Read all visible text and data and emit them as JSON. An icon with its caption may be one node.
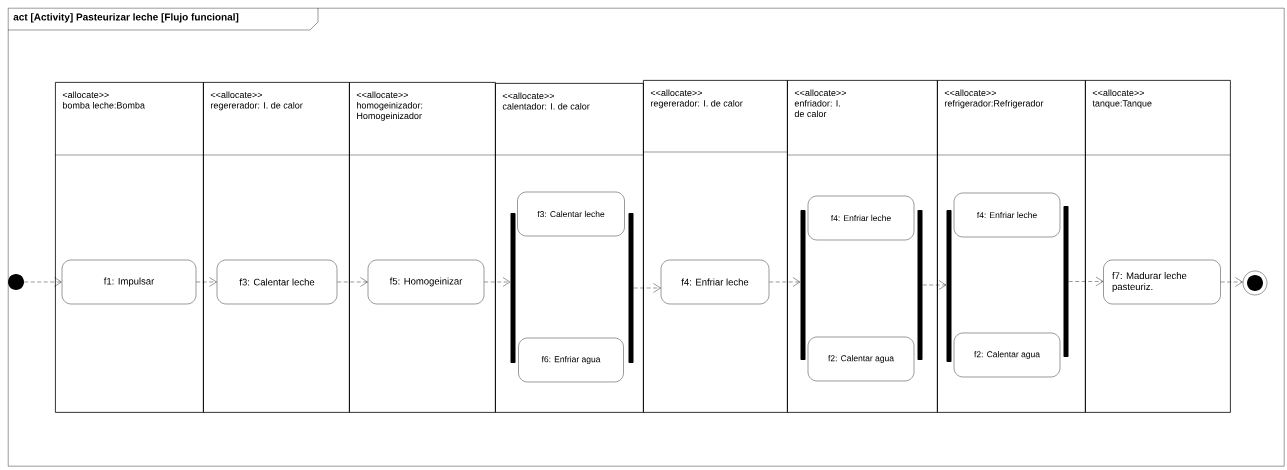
{
  "diagram": {
    "nodes": [
      {
        "text": [
          "act [Activity] Pasteurizar leche [Flujo funcional]"
        ]
      },
      {
        "text": [
          "<allocate>>",
          "bomba leche:Bomba"
        ],
        "in": 0
      },
      {
        "text": [
          "<<allocate>>",
          "regererador: I. de calor"
        ],
        "in": 0
      },
      {
        "text": [
          "<<allocate>>",
          "homogeinizador: Homogeinizador"
        ],
        "in": 0
      },
      {
        "text": [
          "<<allocate>>",
          "calentador: I. de calor"
        ],
        "in": 0
      },
      {
        "text": [
          "<<allocate>>",
          "regererador: I. de calor"
        ],
        "in": 0
      },
      {
        "text": [
          "<<allocate>>",
          "enfriador: I. de calor"
        ],
        "in": 0
      },
      {
        "text": [
          "<<allocate>>",
          "refrigerador:Refrigerador"
        ],
        "in": 0
      },
      {
        "text": [
          "<<allocate>>",
          "tanque:Tanque"
        ],
        "in": 0
      },
      {
        "text": [],
        "shape": "circle",
        "in": 0
      },
      {
        "text": [
          "f1: Impulsar"
        ],
        "in": 1
      },
      {
        "text": [
          "f3: Calentar leche"
        ],
        "in": 2
      },
      {
        "text": [
          "f5: Homogeinizar"
        ],
        "in": 3
      },
      {
        "text": [],
        "shape": "bar",
        "in": 4
      },
      {
        "text": [
          "f3: Calentar leche"
        ],
        "in": 4
      },
      {
        "text": [
          "f6: Enfriar agua"
        ],
        "in": 4
      },
      {
        "text": [],
        "shape": "bar",
        "in": 4
      },
      {
        "text": [
          "f4: Enfriar leche"
        ],
        "in": 5
      },
      {
        "text": [],
        "shape": "bar",
        "in": 6
      },
      {
        "text": [
          "f4: Enfriar leche"
        ],
        "in": 6
      },
      {
        "text": [
          "f2: Calentar agua"
        ],
        "in": 6
      },
      {
        "text": [],
        "shape": "bar",
        "in": 6
      },
      {
        "text": [],
        "shape": "bar",
        "in": 7
      },
      {
        "text": [
          "f4: Enfriar leche"
        ],
        "in": 7
      },
      {
        "text": [
          "f2: Calentar agua"
        ],
        "in": 7
      },
      {
        "text": [],
        "shape": "bar",
        "in": 7
      },
      {
        "text": [
          "f7: Madurar leche pasteuriz."
        ],
        "in": 8
      },
      {
        "text": [],
        "shape": "bullseye",
        "in": 0
      }
    ],
    "edges": [
      {
        "from": 9,
        "to": 10,
        "arrow": "to",
        "style": "dashed"
      },
      {
        "from": 10,
        "to": 11,
        "arrow": "to",
        "style": "dashed"
      },
      {
        "from": 11,
        "to": 12,
        "arrow": "to",
        "style": "dashed"
      },
      {
        "from": 12,
        "to": 13,
        "arrow": "to",
        "style": "dashed"
      },
      {
        "from": 16,
        "to": 17,
        "arrow": "to",
        "style": "dashed"
      },
      {
        "from": 17,
        "to": 18,
        "arrow": "to",
        "style": "dashed"
      },
      {
        "from": 21,
        "to": 22,
        "arrow": "to",
        "style": "dashed"
      },
      {
        "from": 25,
        "to": 26,
        "arrow": "to",
        "style": "dashed"
      },
      {
        "from": 26,
        "to": 27,
        "arrow": "to",
        "style": "dashed"
      }
    ]
  }
}
